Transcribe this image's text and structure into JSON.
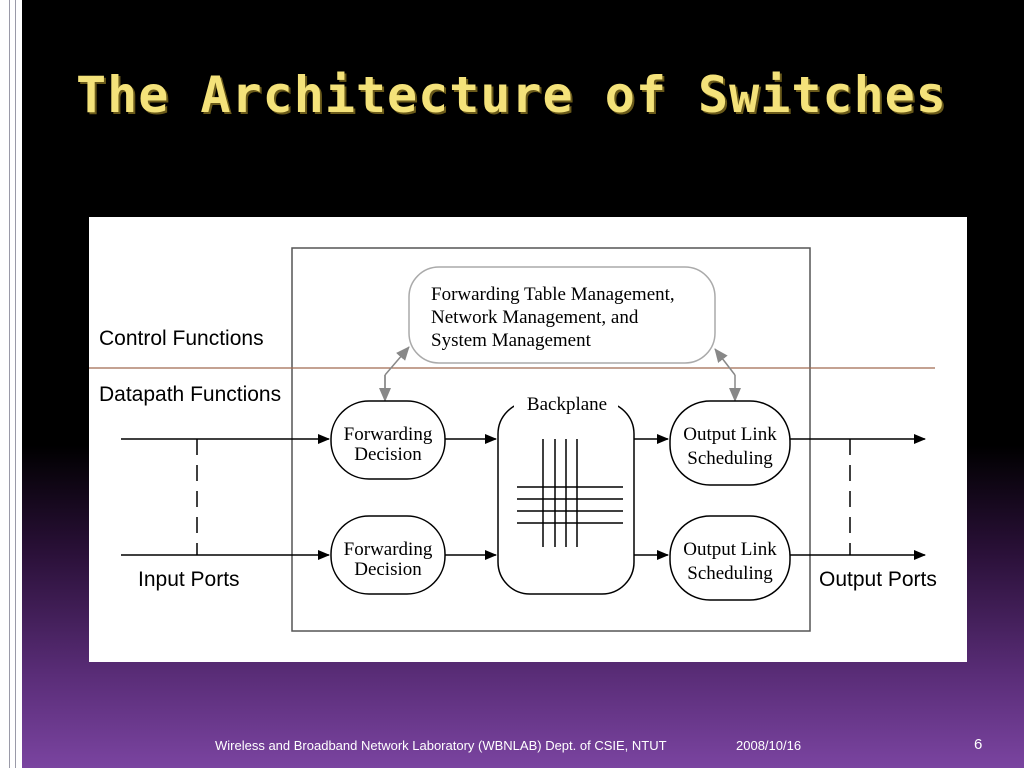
{
  "slide": {
    "title": "The Architecture of Switches",
    "page_number": "6"
  },
  "footer": {
    "text": "Wireless and Broadband Network Laboratory (WBNLAB) Dept. of CSIE, NTUT",
    "date": "2008/10/16"
  },
  "diagram": {
    "management_box": {
      "line1": "Forwarding Table Management,",
      "line2": "Network Management, and",
      "line3": "System Management"
    },
    "labels": {
      "control_functions": "Control Functions",
      "datapath_functions": "Datapath Functions",
      "backplane": "Backplane",
      "input_ports": "Input Ports",
      "output_ports": "Output Ports"
    },
    "forwarding_decision": {
      "line1": "Forwarding",
      "line2": "Decision"
    },
    "output_link_scheduling": {
      "line1": "Output Link",
      "line2": "Scheduling"
    },
    "colors": {
      "divider_line": "#a06a50",
      "title": "#f4e27a",
      "arrow_gray": "#888888"
    }
  }
}
